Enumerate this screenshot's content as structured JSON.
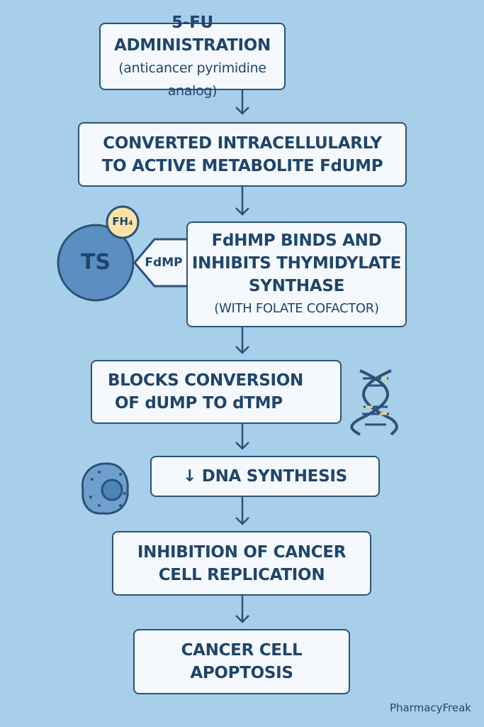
{
  "steps": [
    {
      "lines": [
        "5-FU ADMINISTRATION"
      ],
      "subtitle": "(anticancer pyrimidine analog)"
    },
    {
      "lines": [
        "CONVERTED INTRACELLULARLY",
        "TO ACTIVE METABOLITE FdUMP"
      ]
    },
    {
      "lines": [
        "FdHMP BINDS AND",
        "INHIBITS THYMIDYLATE",
        "SYNTHASE"
      ],
      "subtitle": "(WITH FOLATE COFACTOR)"
    },
    {
      "lines": [
        "BLOCKS CONVERSION",
        "OF dUMP TO dTMP"
      ]
    },
    {
      "lines": [
        "↓ DNA SYNTHESIS"
      ]
    },
    {
      "lines": [
        "INHIBITION OF CANCER",
        "CELL REPLICATION"
      ]
    },
    {
      "lines": [
        "CANCER CELL",
        "APOPTOSIS"
      ]
    }
  ],
  "illustration": {
    "enzyme": "TS",
    "cofactor": "FH₄",
    "inhibitor": "FdMP"
  },
  "watermark": "PharmacyFreak",
  "colors": {
    "background": "#a7cfea",
    "border": "#2c527a",
    "text": "#1f456b",
    "box": "#f5f9fd",
    "enzyme": "#5b8fc2",
    "cofactor": "#fbe3a6"
  }
}
